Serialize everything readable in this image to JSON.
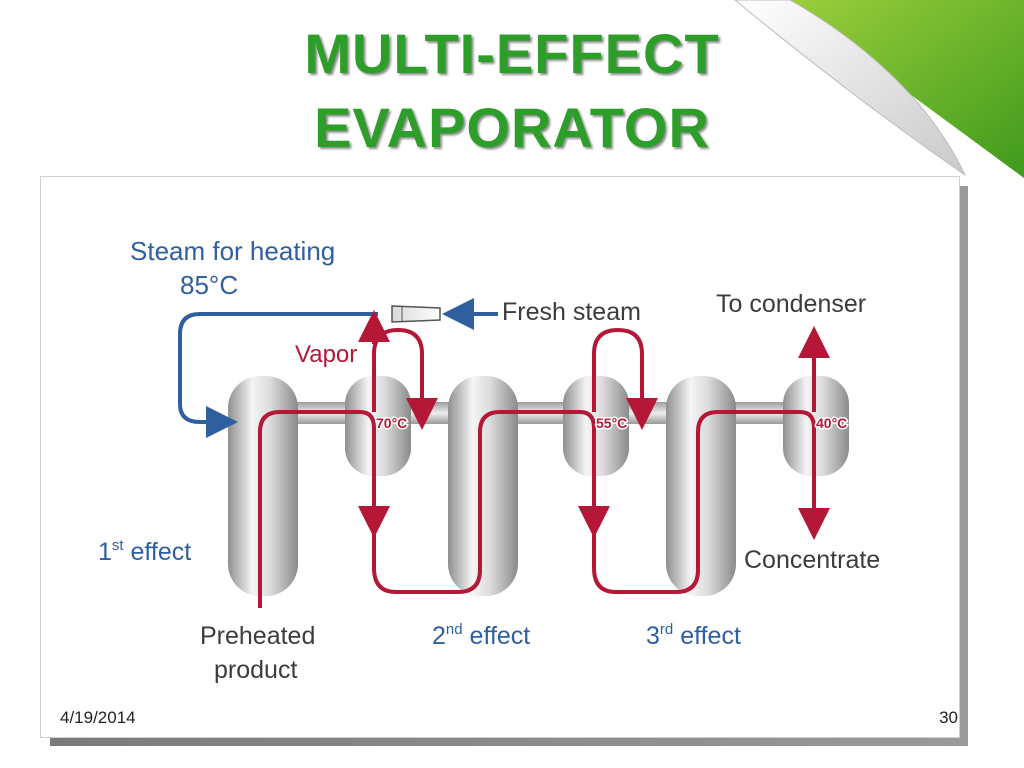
{
  "slide": {
    "title_line1": "MULTI-EFFECT",
    "title_line2": "EVAPORATOR",
    "date": "4/19/2014",
    "page_number": "30"
  },
  "diagram": {
    "steam_label_line1": "Steam for heating",
    "steam_label_line2": "85°C",
    "fresh_steam": "Fresh steam",
    "to_condenser": "To condenser",
    "vapor": "Vapor",
    "temp_1": "70°C",
    "temp_2": "55°C",
    "temp_3": "40°C",
    "effect_1_num": "1",
    "effect_1_sup": "st",
    "effect_1_word": " effect",
    "effect_2_num": "2",
    "effect_2_sup": "nd",
    "effect_2_word": " effect",
    "effect_3_num": "3",
    "effect_3_sup": "rd",
    "effect_3_word": " effect",
    "preheated_line1": "Preheated",
    "preheated_line2": "product",
    "concentrate": "Concentrate"
  },
  "colors": {
    "title_green": "#2e9e2a",
    "product_red": "#b51837",
    "steam_blue": "#2f5f9f",
    "label_dark": "#3c3c3c"
  }
}
